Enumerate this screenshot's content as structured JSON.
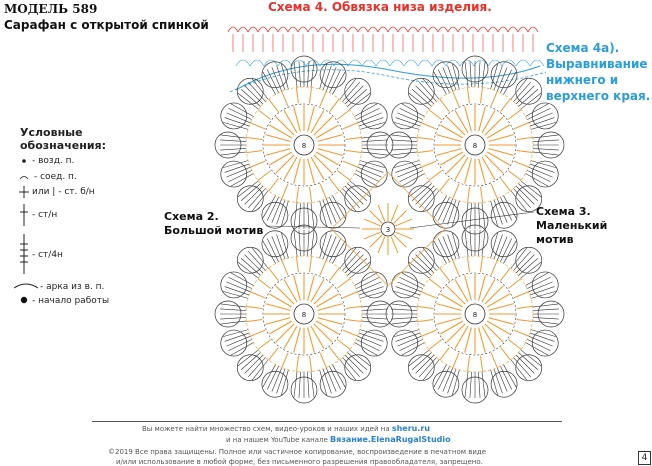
{
  "header": {
    "model": "МОДЕЛЬ 589",
    "subtitle": "Сарафан с открытой спинкой"
  },
  "schemes": {
    "scheme4": "Схема 4. Обвязка низа изделия.",
    "scheme4a": [
      "Схема 4а).",
      "Выравнивание",
      "нижнего и",
      "верхнего края."
    ],
    "scheme2": [
      "Схема 2.",
      "Большой мотив"
    ],
    "scheme3": [
      "Схема 3.",
      "Маленький",
      "мотив"
    ]
  },
  "legend": {
    "title": [
      "Условные",
      "обозначения:"
    ],
    "items": [
      {
        "symbol": "chain-dot-icon",
        "text": "- возд. п."
      },
      {
        "symbol": "slip-stitch-icon",
        "text": "- соед. п."
      },
      {
        "symbol": "single-crochet-icon",
        "text": "или | - ст. б/н"
      },
      {
        "symbol": "double-crochet-icon",
        "text": "- ст/н"
      },
      {
        "symbol": "quadruple-crochet-icon",
        "text": "- ст/4н"
      },
      {
        "symbol": "chain-arch-icon",
        "text": "- арка из в. п."
      },
      {
        "symbol": "start-dot-icon",
        "text": "- начало работы"
      }
    ]
  },
  "motif_labels": {
    "large": "8",
    "small": "3"
  },
  "footer": {
    "line1_text": "Вы можете найти множество схем, видео-уроков и наших идей на",
    "line1_link": "sheru.ru",
    "line2_text": "и на нашем YouTube канале",
    "line2_link": "Вязание.ElenaRugalStudio",
    "line3": "©2019 Все права защищены. Полное или частичное копирование, воспроизведение в печатном виде",
    "line4": "и/или использование в любой форме, без письменного разрешения правообладателя, запрещено."
  },
  "page_number": "4",
  "colors": {
    "orange": "#f29a2e",
    "red": "#e8312a",
    "blue": "#2c9ed6",
    "dark": "#333333"
  }
}
